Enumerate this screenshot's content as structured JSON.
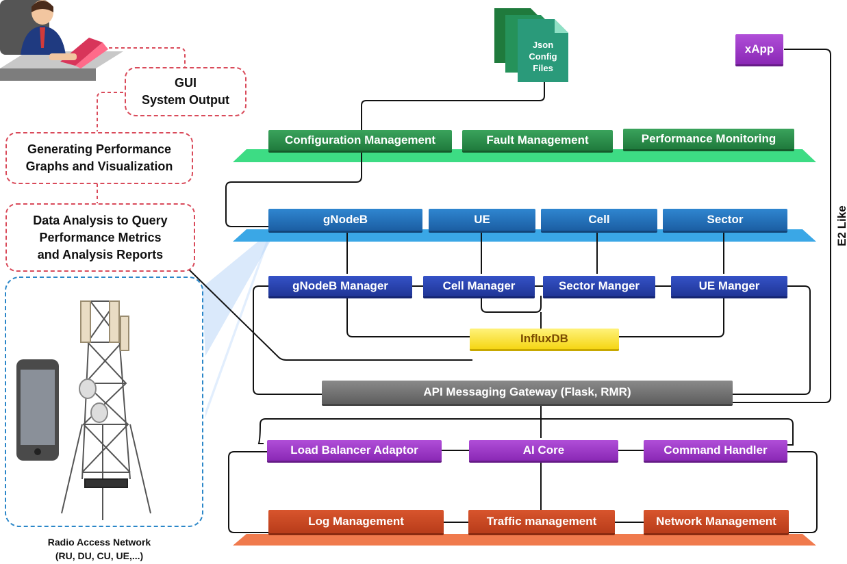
{
  "left": {
    "gui_output": [
      "GUI",
      "System Output"
    ],
    "performance_graphs": [
      "Generating Performance",
      "Graphs and Visualization"
    ],
    "data_analysis": [
      "Data Analysis to Query",
      "Performance Metrics",
      "and Analysis Reports"
    ],
    "ran_caption": [
      "Radio Access Network",
      "(RU, DU, CU, UE,...)"
    ]
  },
  "json_files": [
    "Json",
    "Config",
    "Files"
  ],
  "xapp": "xApp",
  "e2_like": "E2 Like",
  "management_layer": {
    "configuration": "Configuration Management",
    "fault": "Fault Management",
    "performance": "Performance Monitoring"
  },
  "entity_layer": {
    "gnodeb": "gNodeB",
    "ue": "UE",
    "cell": "Cell",
    "sector": "Sector"
  },
  "manager_layer": {
    "gnodeb_manager": "gNodeB Manager",
    "cell_manager": "Cell Manager",
    "sector_manager": "Sector Manger",
    "ue_manager": "UE Manger"
  },
  "influxdb": "InfluxDB",
  "api_gateway": "API Messaging Gateway (Flask, RMR)",
  "core_layer": {
    "load_balancer": "Load Balancer Adaptor",
    "ai_core": "AI Core",
    "command_handler": "Command Handler"
  },
  "service_layer": {
    "log": "Log Management",
    "traffic": "Traffic management",
    "network": "Network Management"
  },
  "colors": {
    "green_layer": "#3ddc84",
    "blue_layer": "#3aa7e6",
    "orange_layer": "#f07a4d",
    "dashed_red": "#d94a5a",
    "dashed_blue": "#2a86c8"
  },
  "icons": [
    "user-at-laptop-icon",
    "json-files-icon",
    "smartphone-icon",
    "cell-tower-icon"
  ]
}
